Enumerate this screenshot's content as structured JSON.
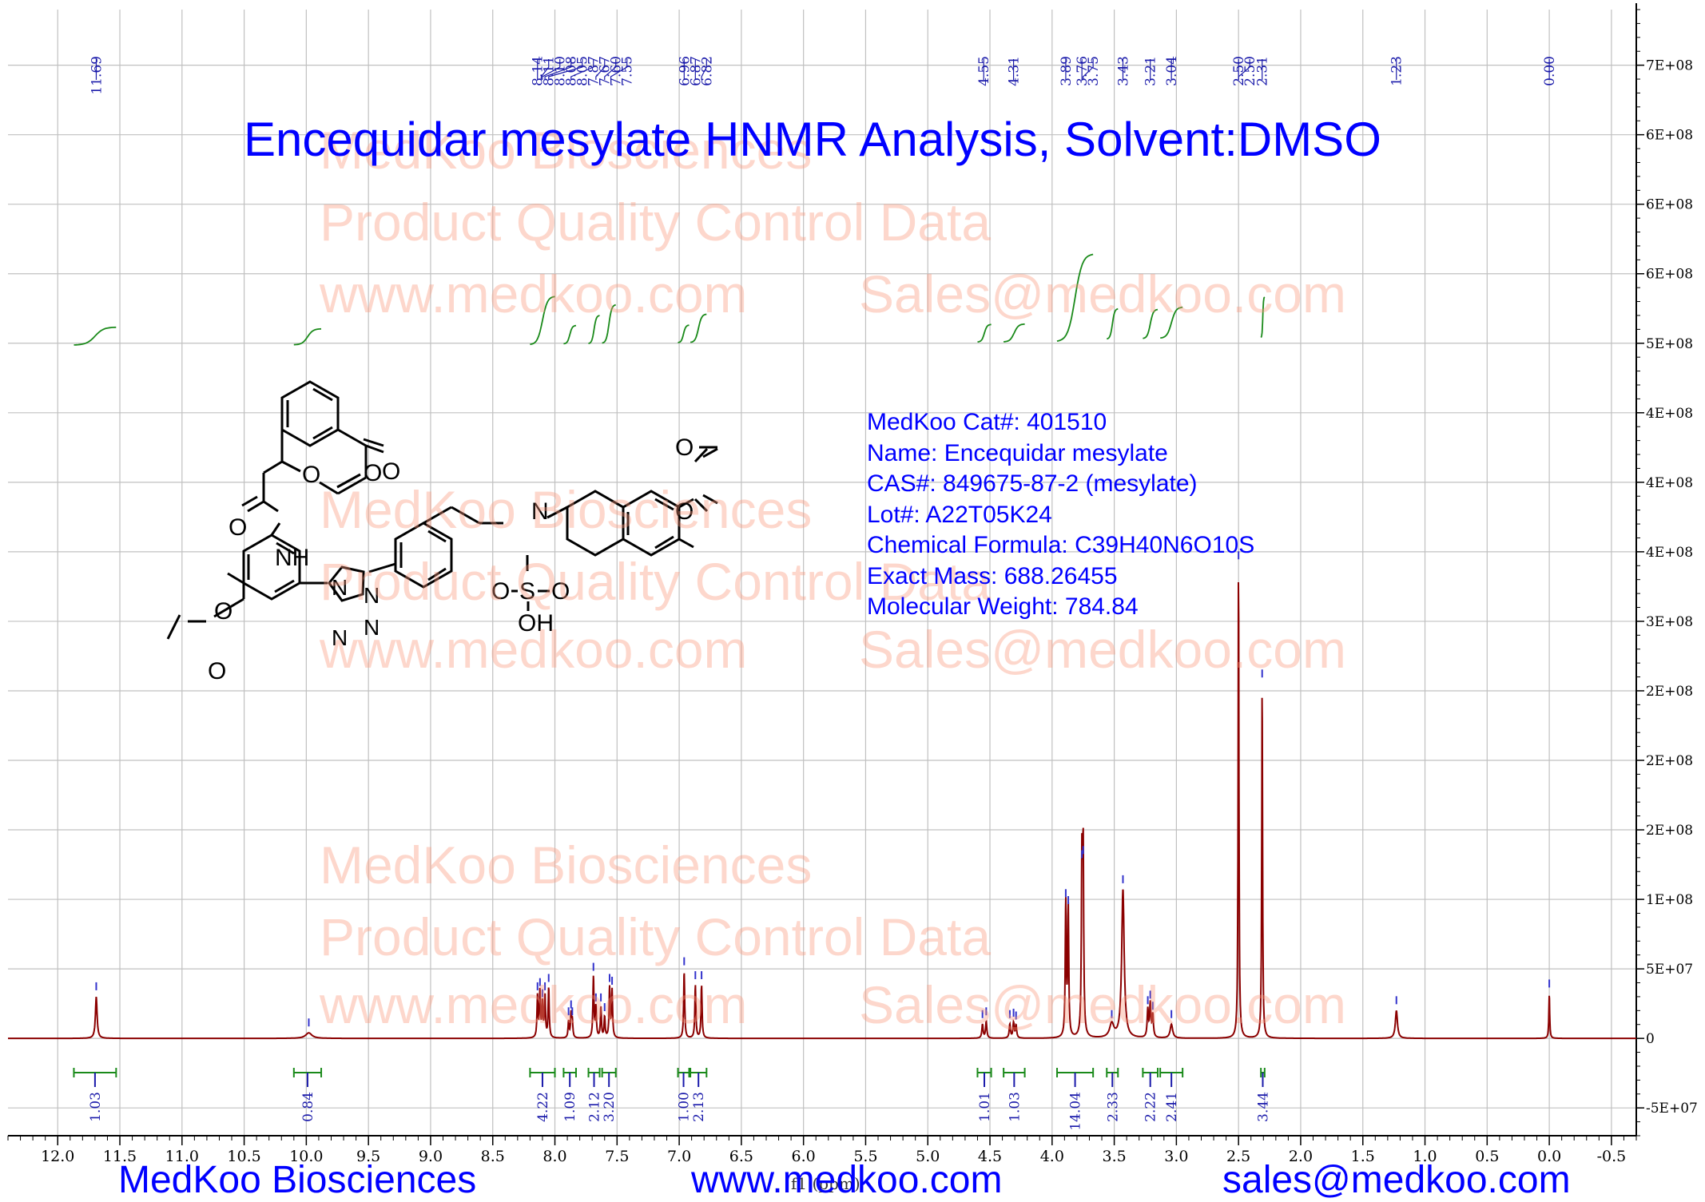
{
  "title": "Encequidar mesylate HNMR Analysis, Solvent:DMSO",
  "info_lines": [
    "MedKoo Cat#: 401510",
    "Name: Encequidar mesylate",
    "CAS#: 849675-87-2 (mesylate)",
    "Lot#: A22T05K24",
    "Chemical Formula: C39H40N6O10S",
    "Exact Mass: 688.26455",
    "Molecular Weight: 784.84"
  ],
  "watermark": {
    "company": "MedKoo Biosciences",
    "line2": "Product Quality Control Data",
    "website": "www.medkoo.com",
    "email": "Sales@medkoo.com"
  },
  "footer": {
    "left": "MedKoo Biosciences",
    "center": "www.medkoo.com",
    "right": "sales@medkoo.com"
  },
  "colors": {
    "spectrum": "#8b0000",
    "peak_label": "#1a1aaa",
    "integral": "#1a8a1a",
    "title": "#0000ff",
    "grid": "#c0c0c0"
  },
  "chart_data": {
    "type": "line",
    "xlabel": "f1 (ppm)",
    "x_reversed": true,
    "xlim": [
      12.4,
      -0.7
    ],
    "x_ticks": [
      "12.0",
      "11.5",
      "11.0",
      "10.5",
      "10.0",
      "9.5",
      "9.0",
      "8.5",
      "8.0",
      "7.5",
      "7.0",
      "6.5",
      "6.0",
      "5.5",
      "5.0",
      "4.5",
      "4.0",
      "3.5",
      "3.0",
      "2.5",
      "2.0",
      "1.5",
      "1.0",
      "0.5",
      "0.0",
      "-0.5"
    ],
    "ylim": [
      -70000000,
      740000000
    ],
    "y_ticks": [
      {
        "value": 700000000,
        "label": "7E+08"
      },
      {
        "value": 650000000,
        "label": "6E+08"
      },
      {
        "value": 600000000,
        "label": "6E+08"
      },
      {
        "value": 550000000,
        "label": "6E+08"
      },
      {
        "value": 500000000,
        "label": "5E+08"
      },
      {
        "value": 450000000,
        "label": "4E+08"
      },
      {
        "value": 400000000,
        "label": "4E+08"
      },
      {
        "value": 350000000,
        "label": "4E+08"
      },
      {
        "value": 300000000,
        "label": "3E+08"
      },
      {
        "value": 250000000,
        "label": "2E+08"
      },
      {
        "value": 200000000,
        "label": "2E+08"
      },
      {
        "value": 150000000,
        "label": "2E+08"
      },
      {
        "value": 100000000,
        "label": "1E+08"
      },
      {
        "value": 50000000,
        "label": "5E+07"
      },
      {
        "value": 0,
        "label": "0"
      },
      {
        "value": -50000000,
        "label": "-5E+07"
      }
    ],
    "grid": true,
    "peak_labels": [
      "11.69",
      "8.14",
      "8.11",
      "8.10",
      "8.08",
      "8.05",
      "7.87",
      "7.67",
      "7.60",
      "7.55",
      "6.96",
      "6.87",
      "6.82",
      "4.55",
      "4.31",
      "3.89",
      "3.76",
      "3.75",
      "3.43",
      "3.21",
      "3.04",
      "2.50",
      "2.50",
      "2.31",
      "1.23",
      "0.00"
    ],
    "peaks": [
      {
        "x": 11.69,
        "y": 30000000,
        "w": 0.008
      },
      {
        "x": 9.98,
        "y": 4000000,
        "w": 0.03
      },
      {
        "x": 8.14,
        "y": 30000000,
        "w": 0.005
      },
      {
        "x": 8.12,
        "y": 33000000,
        "w": 0.005
      },
      {
        "x": 8.1,
        "y": 25000000,
        "w": 0.005
      },
      {
        "x": 8.08,
        "y": 30000000,
        "w": 0.005
      },
      {
        "x": 8.05,
        "y": 36000000,
        "w": 0.005
      },
      {
        "x": 7.89,
        "y": 12000000,
        "w": 0.005
      },
      {
        "x": 7.87,
        "y": 17000000,
        "w": 0.005
      },
      {
        "x": 7.86,
        "y": 12000000,
        "w": 0.005
      },
      {
        "x": 7.69,
        "y": 44000000,
        "w": 0.005
      },
      {
        "x": 7.67,
        "y": 22000000,
        "w": 0.005
      },
      {
        "x": 7.63,
        "y": 22000000,
        "w": 0.005
      },
      {
        "x": 7.6,
        "y": 15000000,
        "w": 0.005
      },
      {
        "x": 7.56,
        "y": 36000000,
        "w": 0.005
      },
      {
        "x": 7.54,
        "y": 34000000,
        "w": 0.005
      },
      {
        "x": 6.96,
        "y": 48000000,
        "w": 0.005
      },
      {
        "x": 6.87,
        "y": 38000000,
        "w": 0.005
      },
      {
        "x": 6.82,
        "y": 38000000,
        "w": 0.005
      },
      {
        "x": 4.56,
        "y": 10000000,
        "w": 0.006
      },
      {
        "x": 4.53,
        "y": 12000000,
        "w": 0.006
      },
      {
        "x": 4.34,
        "y": 10000000,
        "w": 0.006
      },
      {
        "x": 4.31,
        "y": 11000000,
        "w": 0.006
      },
      {
        "x": 4.29,
        "y": 9000000,
        "w": 0.006
      },
      {
        "x": 3.89,
        "y": 97000000,
        "w": 0.005
      },
      {
        "x": 3.87,
        "y": 92000000,
        "w": 0.005
      },
      {
        "x": 3.76,
        "y": 125000000,
        "w": 0.005
      },
      {
        "x": 3.75,
        "y": 128000000,
        "w": 0.005
      },
      {
        "x": 3.52,
        "y": 10000000,
        "w": 0.02
      },
      {
        "x": 3.43,
        "y": 107000000,
        "w": 0.012
      },
      {
        "x": 3.23,
        "y": 20000000,
        "w": 0.006
      },
      {
        "x": 3.21,
        "y": 24000000,
        "w": 0.006
      },
      {
        "x": 3.19,
        "y": 16000000,
        "w": 0.006
      },
      {
        "x": 3.04,
        "y": 10000000,
        "w": 0.012
      },
      {
        "x": 2.5,
        "y": 340000000,
        "w": 0.004
      },
      {
        "x": 2.31,
        "y": 255000000,
        "w": 0.004
      },
      {
        "x": 1.23,
        "y": 20000000,
        "w": 0.01
      },
      {
        "x": 0.0,
        "y": 32000000,
        "w": 0.004
      }
    ],
    "integrals": [
      {
        "from": 11.87,
        "to": 11.53,
        "value": "1.03"
      },
      {
        "from": 10.1,
        "to": 9.88,
        "value": "0.84"
      },
      {
        "from": 8.2,
        "to": 8.0,
        "value": "4.22"
      },
      {
        "from": 7.93,
        "to": 7.83,
        "value": "1.09"
      },
      {
        "from": 7.73,
        "to": 7.64,
        "value": "2.12"
      },
      {
        "from": 7.62,
        "to": 7.51,
        "value": "3.20"
      },
      {
        "from": 7.01,
        "to": 6.92,
        "value": "1.00"
      },
      {
        "from": 6.91,
        "to": 6.78,
        "value": "2.13"
      },
      {
        "from": 4.6,
        "to": 4.49,
        "value": "1.01"
      },
      {
        "from": 4.39,
        "to": 4.22,
        "value": "1.03"
      },
      {
        "from": 3.96,
        "to": 3.67,
        "value": "14.04"
      },
      {
        "from": 3.56,
        "to": 3.47,
        "value": "2.33"
      },
      {
        "from": 3.27,
        "to": 3.15,
        "value": "2.22"
      },
      {
        "from": 3.13,
        "to": 2.95,
        "value": "2.41"
      },
      {
        "from": 2.32,
        "to": 2.29,
        "value": "3.44"
      }
    ]
  }
}
